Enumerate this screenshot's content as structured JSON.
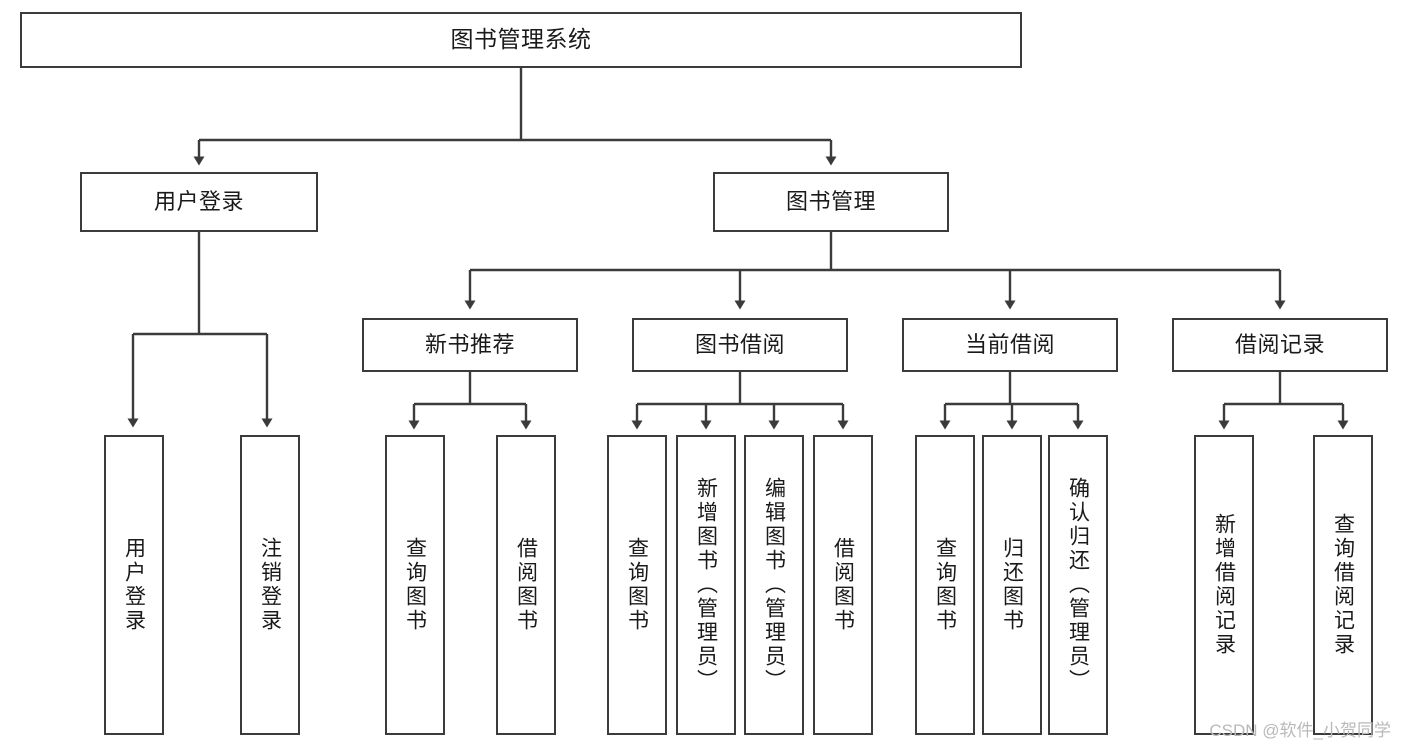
{
  "diagram": {
    "type": "tree-hierarchy-chart",
    "title": "图书管理系统",
    "watermark": "CSDN @软件_小贺同学",
    "colors": {
      "box_border": "#3b3b3b",
      "box_fill": "#ffffff",
      "connector": "#3b3b3b",
      "text": "#1a1a1a",
      "watermark": "#b9b9b9",
      "background": "#ffffff"
    },
    "nodes": {
      "root": {
        "label": "图书管理系统"
      },
      "level1": [
        {
          "id": "user-login",
          "label": "用户登录"
        },
        {
          "id": "book-management",
          "label": "图书管理"
        }
      ],
      "level2": [
        {
          "id": "new-book-recommend",
          "label": "新书推荐"
        },
        {
          "id": "book-borrow",
          "label": "图书借阅"
        },
        {
          "id": "current-borrow",
          "label": "当前借阅"
        },
        {
          "id": "borrow-record",
          "label": "借阅记录"
        }
      ],
      "leaves": {
        "user-login": [
          {
            "id": "leaf-user-login",
            "label": "用户登录"
          },
          {
            "id": "leaf-logout-login",
            "label": "注销登录"
          }
        ],
        "new-book-recommend": [
          {
            "id": "leaf-query-book-1",
            "label": "查询图书"
          },
          {
            "id": "leaf-borrow-book-1",
            "label": "借阅图书"
          }
        ],
        "book-borrow": [
          {
            "id": "leaf-query-book-2",
            "label": "查询图书"
          },
          {
            "id": "leaf-add-book",
            "label": "新增图书（管理员）"
          },
          {
            "id": "leaf-edit-book",
            "label": "编辑图书（管理员）"
          },
          {
            "id": "leaf-borrow-book-2",
            "label": "借阅图书"
          }
        ],
        "current-borrow": [
          {
            "id": "leaf-query-book-3",
            "label": "查询图书"
          },
          {
            "id": "leaf-return-book",
            "label": "归还图书"
          },
          {
            "id": "leaf-confirm-return",
            "label": "确认归还（管理员）"
          }
        ],
        "borrow-record": [
          {
            "id": "leaf-add-record",
            "label": "新增借阅记录"
          },
          {
            "id": "leaf-query-record",
            "label": "查询借阅记录"
          }
        ]
      }
    }
  }
}
